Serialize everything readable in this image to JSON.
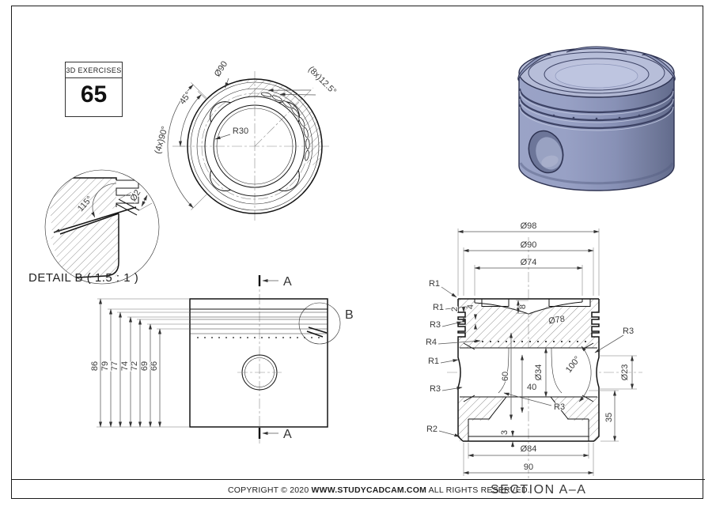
{
  "sheet": {
    "bg": "#ffffff",
    "border_color": "#1c1c1c"
  },
  "exercise_box": {
    "series_label": "3D EXERCISES",
    "number": "65"
  },
  "top_view": {
    "dia": "Ø90",
    "pocket_angle": "45°",
    "pattern_angle": "(4x)90°",
    "bowl_radius": "R30",
    "slot_angle": "(8x)12.5°"
  },
  "detail_b": {
    "title": "DETAIL B ( 1.5 : 1 )",
    "chamfer_angle": "115°",
    "hole_dia": "Ø2"
  },
  "front_view": {
    "section_marker_top": "A",
    "section_marker_bottom": "A",
    "detail_marker": "B",
    "heights": [
      "86",
      "79",
      "77",
      "74",
      "72",
      "69",
      "66"
    ]
  },
  "section_view": {
    "top_dims": [
      "Ø98",
      "Ø90",
      "Ø74"
    ],
    "left_radii": [
      "R1",
      "R1",
      "R3",
      "R4",
      "R1",
      "R3",
      "R2"
    ],
    "bowl_depth": "8",
    "groove_h1": "2",
    "groove_h2": "4",
    "bowl_ref_dia": "Ø78",
    "bore_fillet": "R3",
    "bore_angle": "100°",
    "pin_dia": "Ø34",
    "hole_dia": "Ø23",
    "web_h1": "60",
    "web_h2": "40",
    "pin_center_h": "35",
    "web_fillet": "R3",
    "base_h": "3",
    "skirt_inner_dia": "Ø84",
    "skirt_w": "90"
  },
  "footer": {
    "copyright_prefix": "COPYRIGHT © 2020",
    "site": "WWW.STUDYCADCAM.COM",
    "copyright_suffix": "ALL RIGHTS RESERVED.",
    "section_label": "SECTION A–A"
  }
}
